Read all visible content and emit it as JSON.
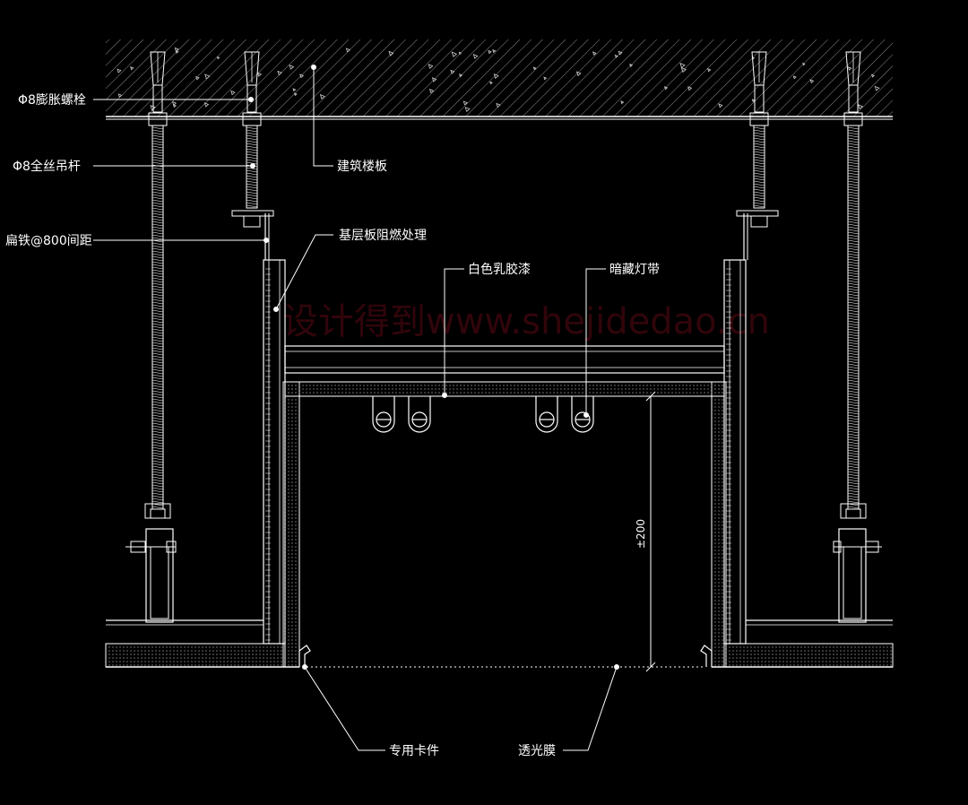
{
  "labels": {
    "expansion_bolt": "Φ8膨胀螺栓",
    "threaded_rod": "Φ8全丝吊杆",
    "flat_iron": "扁铁@800间距",
    "floor_slab": "建筑楼板",
    "fire_treatment": "基层板阻燃处理",
    "white_paint": "白色乳胶漆",
    "hidden_light": "暗藏灯带",
    "special_clip": "专用卡件",
    "translucent_film": "透光膜"
  },
  "dimension": "±200",
  "watermark": "设计得到www.shejidedao.cn",
  "colors": {
    "background": "#000000",
    "line": "#ffffff",
    "hatch": "#9a9a9a",
    "watermark": "#5a0a14"
  }
}
